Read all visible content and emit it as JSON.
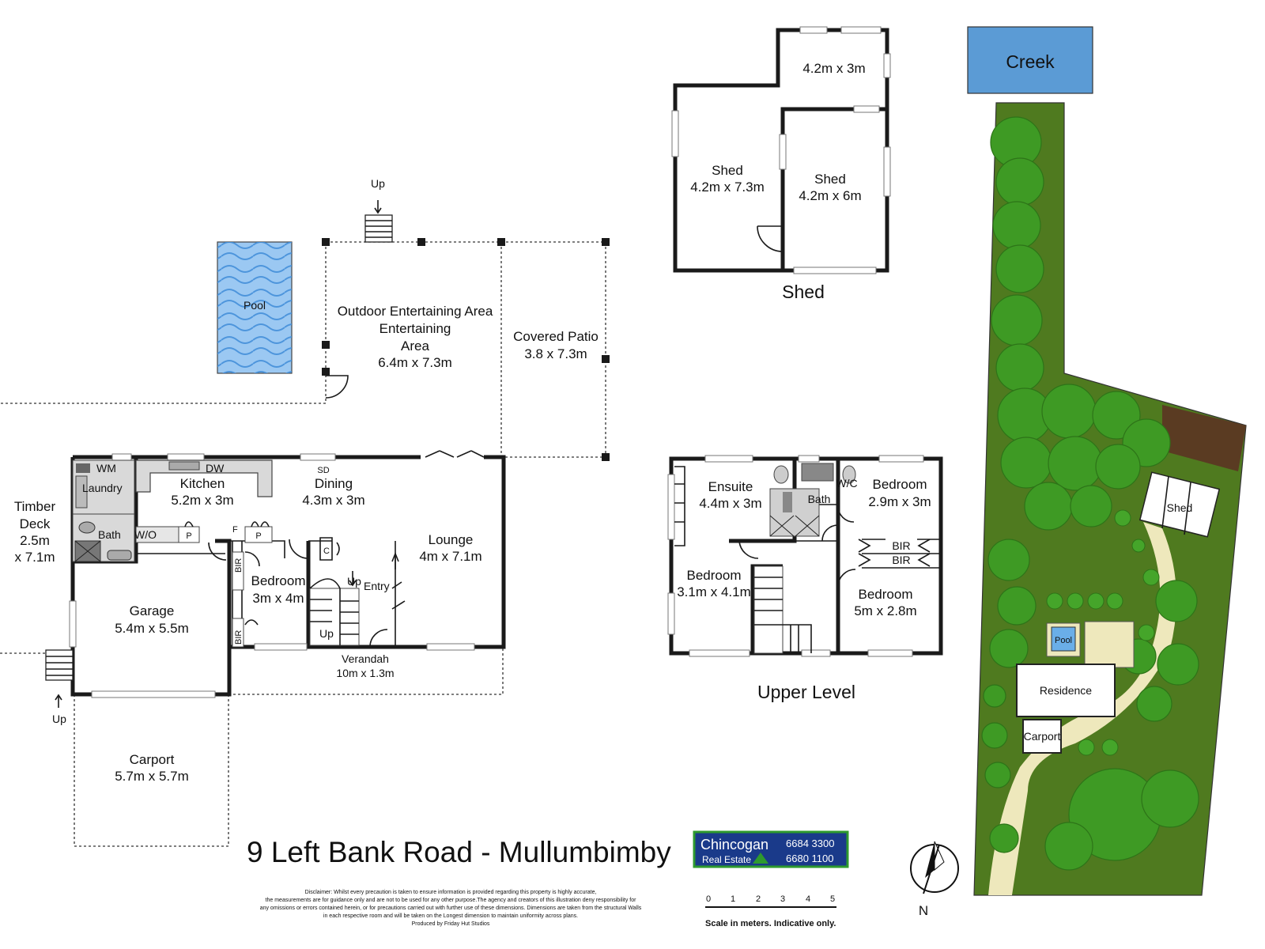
{
  "title": "9 Left Bank Road - Mullumbimby",
  "ground_floor": {
    "rooms": [
      {
        "name": "Pool",
        "size": ""
      },
      {
        "name": "Outdoor Entertaining Area",
        "size": "6.4m x 7.3m"
      },
      {
        "name": "Covered Patio",
        "size": "3.8 x 7.3m"
      },
      {
        "name": "Kitchen",
        "size": "5.2m x 3m"
      },
      {
        "name": "Dining",
        "size": "4.3m x 3m"
      },
      {
        "name": "Lounge",
        "size": "4m x 7.1m"
      },
      {
        "name": "Laundry",
        "size": ""
      },
      {
        "name": "Bath",
        "size": ""
      },
      {
        "name": "Bedroom",
        "size": "3m x 4m"
      },
      {
        "name": "Garage",
        "size": "5.4m x 5.5m"
      },
      {
        "name": "Verandah",
        "size": "10m x 1.3m"
      },
      {
        "name": "Carport",
        "size": "5.7m x 5.7m"
      },
      {
        "name": "Entry",
        "size": ""
      }
    ],
    "timber_deck": {
      "line1": "Timber",
      "line2": "Deck",
      "line3": "2.5m",
      "line4": "x 7.1m"
    },
    "fixtures": {
      "wm": "WM",
      "dw": "DW",
      "sd": "SD",
      "wo": "W/O",
      "p": "P",
      "f": "F",
      "c": "C",
      "bir": "BIR",
      "up": "Up"
    }
  },
  "shed": {
    "title": "Shed",
    "rooms": [
      {
        "name": "",
        "size": "4.2m x 3m"
      },
      {
        "name": "Shed",
        "size": "4.2m x 7.3m"
      },
      {
        "name": "Shed",
        "size": "4.2m x 6m"
      }
    ]
  },
  "upper_level": {
    "title": "Upper Level",
    "rooms": [
      {
        "name": "Ensuite",
        "size": "4.4m x 3m"
      },
      {
        "name": "Bath",
        "size": ""
      },
      {
        "name": "W/C",
        "size": ""
      },
      {
        "name": "Bedroom",
        "size": "2.9m x 3m"
      },
      {
        "name": "Bedroom",
        "size": "3.1m x 4.1m"
      },
      {
        "name": "Bedroom",
        "size": "5m x 2.8m"
      }
    ],
    "bir": "BIR"
  },
  "site_plan": {
    "creek": "Creek",
    "shed": "Shed",
    "pool": "Pool",
    "residence": "Residence",
    "carport": "Carport"
  },
  "logo": {
    "name": "Chincogan",
    "tagline": "Real Estate",
    "phone1": "6684 3300",
    "phone2": "6680 1100"
  },
  "scale": {
    "ticks": [
      "0",
      "1",
      "2",
      "3",
      "4",
      "5"
    ],
    "caption": "Scale in meters. Indicative only."
  },
  "compass": {
    "label": "N"
  },
  "disclaimer": [
    "Disclaimer: Whilst every precaution is taken to ensure information is provided regarding this property is highly accurate,",
    "the measurements are for guidance only and are not to be used for any other purpose.The agency and creators of this illustration deny responsibility for",
    "any omissions or errors contained herein, or for precautions carried out with further use of these dimensions. Dimensions are taken from the structural Walls",
    "in each respective room and will be taken on the Longest dimension to maintain uniformity across plans.",
    "Produced by Friday Hut Studios"
  ],
  "colors": {
    "creek": "#5b9bd5",
    "pool": "#6aaee8",
    "lawn": "#4f7a1f",
    "driveway": "#eee8bc",
    "logo_bg": "#1a3a8a",
    "logo_border": "#2e9a2e"
  }
}
